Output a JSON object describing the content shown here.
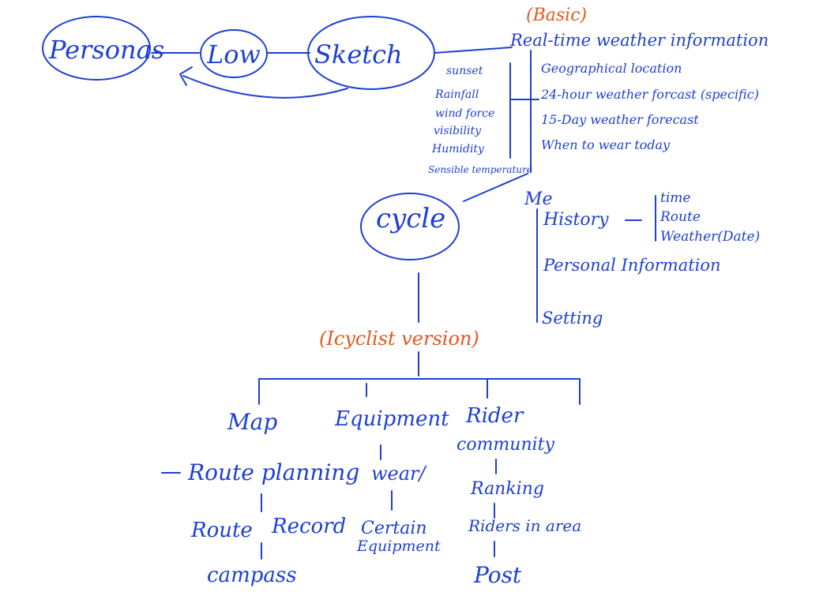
{
  "colors": {
    "ink": "#1d3fd3",
    "accent": "#e4571e",
    "background": "#ffffff"
  },
  "top_flow": {
    "personas": "Personas",
    "low": "Low",
    "sketch": "Sketch"
  },
  "basic": {
    "tag": "(Basic)",
    "title": "Real-time weather information",
    "items": [
      "Geographical location",
      "24-hour weather forcast (specific)",
      "15-Day weather forecast",
      "When to wear today"
    ],
    "details": [
      "sunset",
      "Rainfall",
      "wind force",
      "visibility",
      "Humidity",
      "Sensible temperature"
    ]
  },
  "cycle": "cycle",
  "me": {
    "title": "Me",
    "history": "History",
    "history_items": [
      "time",
      "Route",
      "Weather(Date)"
    ],
    "personal": "Personal Information",
    "setting": "Setting"
  },
  "version": "(Icyclist version)",
  "branches": {
    "map": {
      "title": "Map",
      "item1": "Route planning",
      "item2a": "Route",
      "item2b": "Record",
      "item3": "campass"
    },
    "equipment": {
      "title": "Equipment",
      "item1": "wear/",
      "item2a": "Certain",
      "item2b": "Equipment"
    },
    "rider": {
      "title1": "Rider",
      "title2": "community",
      "item1": "Ranking",
      "item2": "Riders in area",
      "item3": "Post"
    }
  }
}
